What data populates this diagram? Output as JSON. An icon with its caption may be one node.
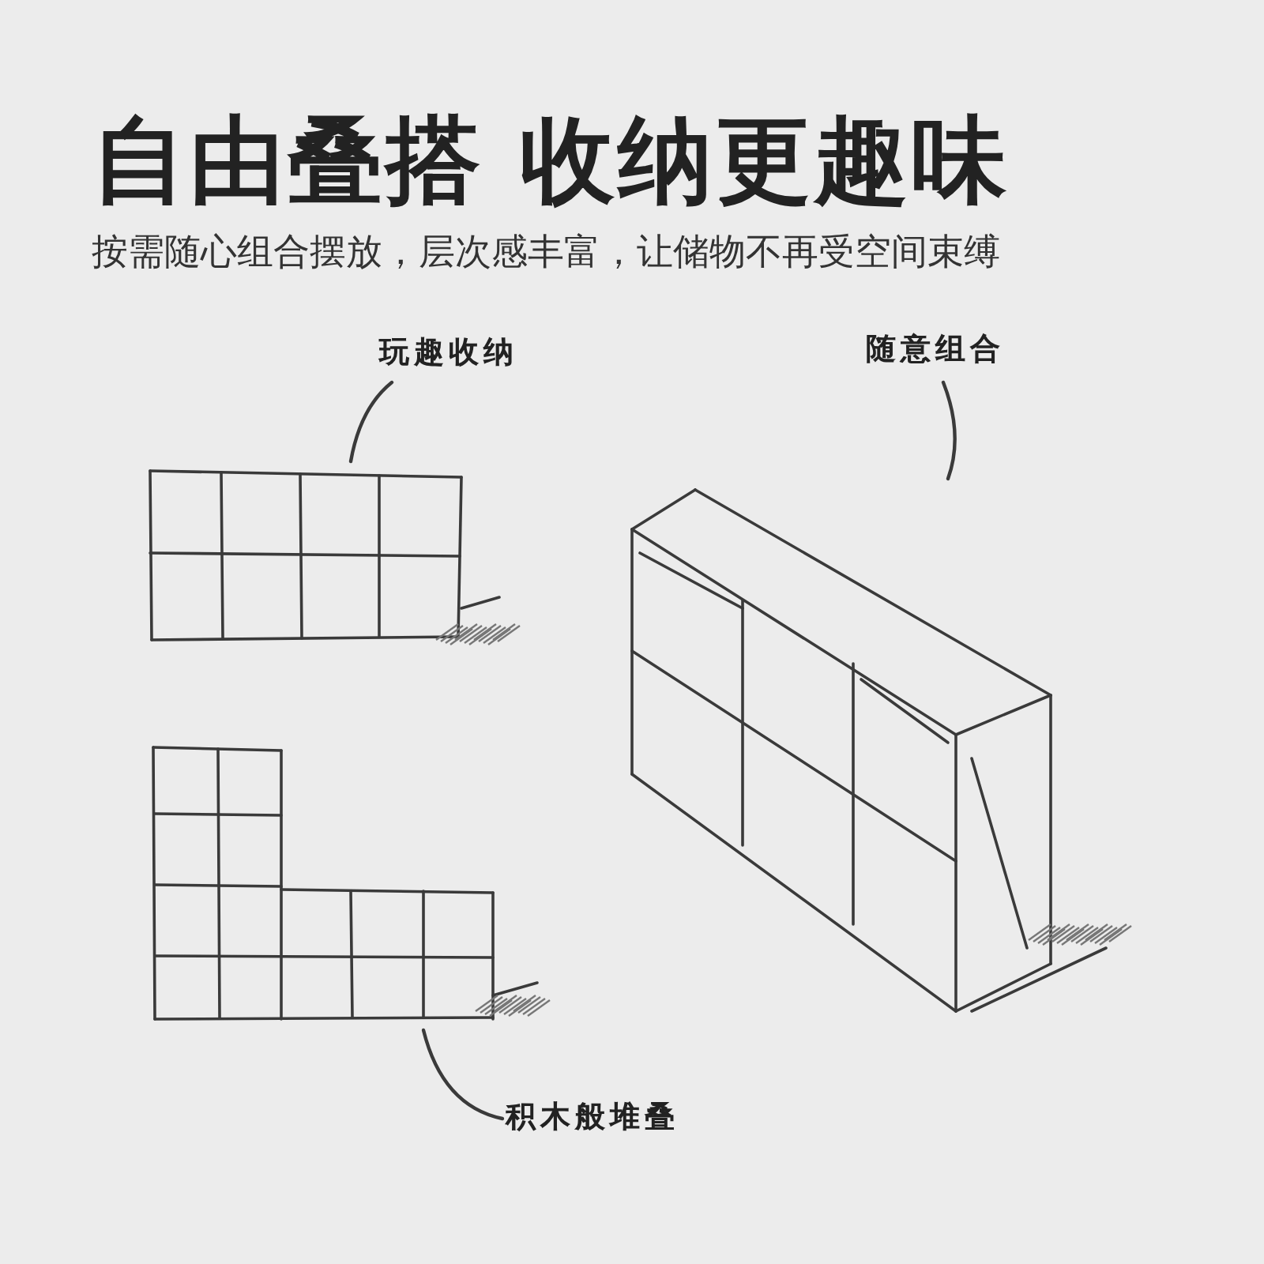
{
  "diagram": {
    "title": "自由叠搭 收纳更趣味",
    "caption": "按需随心组合摆放，层次感丰富，让储物不再受空间束缚",
    "nodes": [
      {
        "text": [
          "玩趣收纳"
        ]
      },
      {
        "text": [],
        "shape": "picture"
      },
      {
        "text": [
          "随意组合"
        ]
      },
      {
        "text": [],
        "shape": "picture"
      },
      {
        "text": [],
        "shape": "picture"
      },
      {
        "text": [
          "积木般堆叠"
        ]
      }
    ],
    "edges": [
      {
        "from": 0,
        "to": 1,
        "arrow": "none"
      },
      {
        "from": 2,
        "to": 3,
        "arrow": "none"
      },
      {
        "from": 5,
        "to": 4,
        "arrow": "none"
      }
    ]
  }
}
